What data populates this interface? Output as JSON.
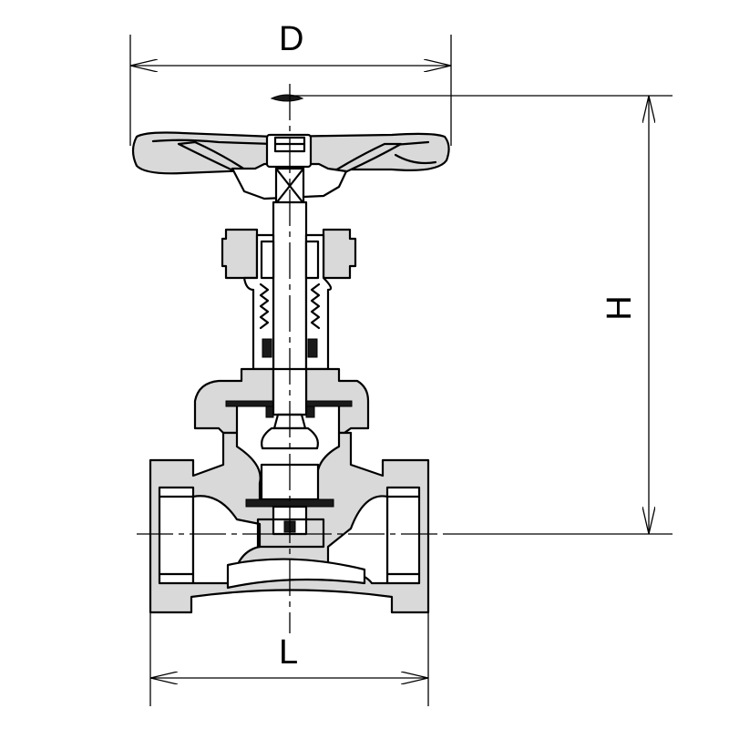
{
  "labels": {
    "diameter": "D",
    "height": "H",
    "length": "L"
  },
  "colors": {
    "line": "#000000",
    "body_fill": "#d9d9d9",
    "background": "#ffffff"
  }
}
